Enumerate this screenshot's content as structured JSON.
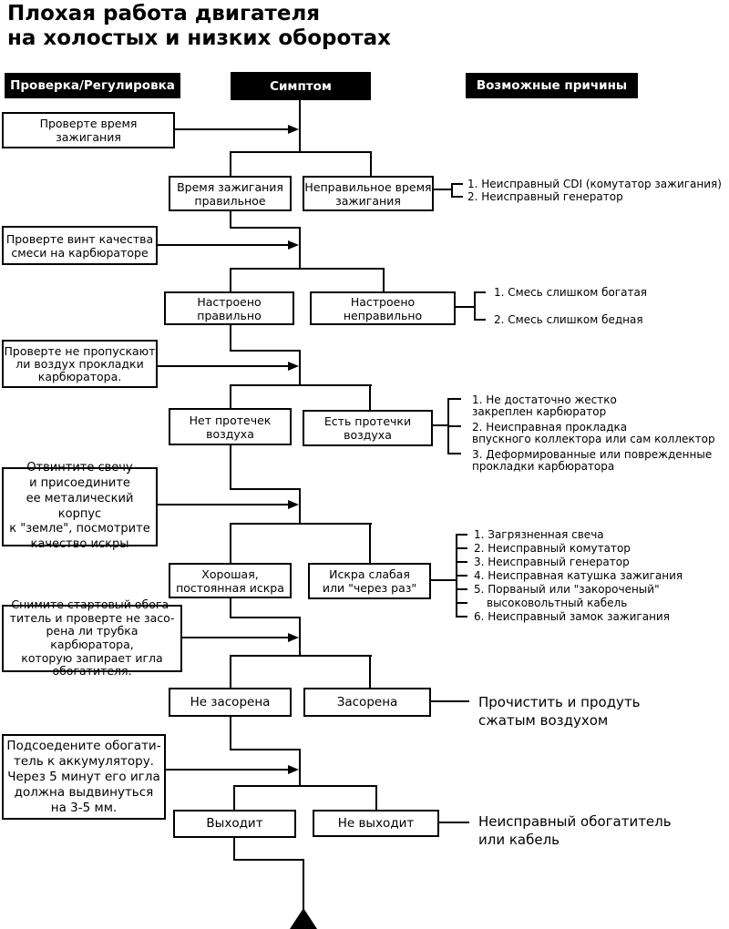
{
  "title": "Плохая работа двигателя\nна холостых и низких оборотах",
  "headers": {
    "check": "Проверка/Регулировка",
    "symptom": "Симптом",
    "causes": "Возможные причины"
  },
  "sections": [
    {
      "check": "Проверте время\nзажигания",
      "ok": "Время зажигания\nправильное",
      "bad": "Неправильное время\nзажигания",
      "causes": [
        "1. Неисправный CDI (комутатор зажигания)",
        "2. Неисправный генератор"
      ]
    },
    {
      "check": "Проверте винт качества\nсмеси на карбюраторе",
      "ok": "Настроено правильно",
      "bad": "Настроено неправильно",
      "causes": [
        "1. Смесь слишком богатая",
        "2. Смесь слишком бедная"
      ]
    },
    {
      "check": "Проверте не пропускают\nли воздух прокладки\nкарбюратора.",
      "ok": "Нет протечек\nвоздуха",
      "bad": "Есть протечки\nвоздуха",
      "causes": [
        "1. Не достаточно жестко",
        "закреплен карбюратор",
        "2. Неисправная прокладка",
        "впускного коллектора или сам коллектор",
        "3. Деформированные или поврежденные",
        "прокладки карбюратора"
      ]
    },
    {
      "check": "Отвинтите свечу\nи присоедините\nее металический корпус\nк \"земле\", посмотрите\nкачество искры",
      "ok": "Хорошая,\nпостоянная искра",
      "bad": "Искра слабая\nили \"через раз\"",
      "causes": [
        "1. Загрязненная свеча",
        "2. Неисправный комутатор",
        "3. Неисправный генератор",
        "4. Неисправная катушка зажигания",
        "5. Порваный или \"закороченый\"",
        "высоковольтный кабель",
        "6. Неисправный замок зажигания"
      ]
    },
    {
      "check": "Снимите стартовый обога-\nтитель и проверте не засо-\nрена ли трубка карбюратора,\nкоторую запирает игла\nобогатителя.",
      "ok": "Не засорена",
      "bad": "Засорена",
      "action": "Прочистить и продуть\nсжатым воздухом"
    },
    {
      "check": "Подсоедените обогати-\nтель к аккумулятору.\nЧерез 5 минут его игла\nдолжна выдвинуться\nна 3-5 мм.",
      "ok": "Выходит",
      "bad": "Не выходит",
      "action": "Неисправный обогатитель\nили кабель"
    }
  ]
}
